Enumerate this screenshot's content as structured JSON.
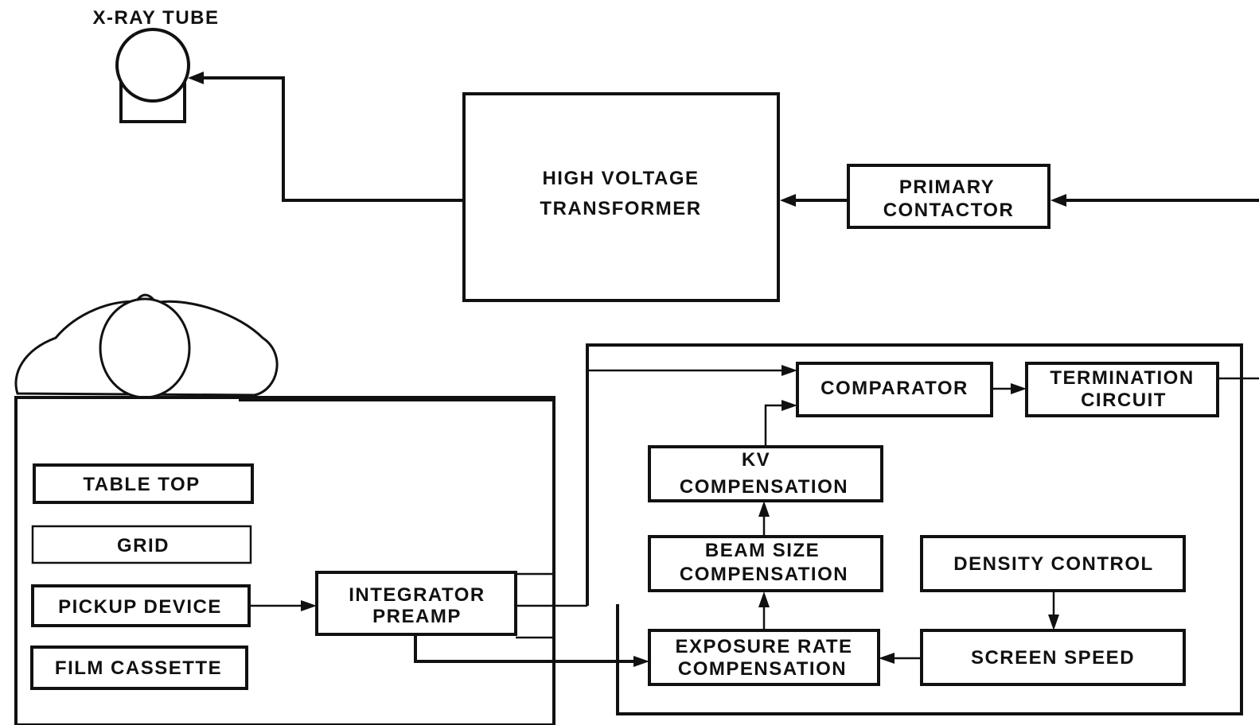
{
  "labels": {
    "xray_tube": "X-RAY TUBE",
    "hv_transformer": [
      "HIGH  VOLTAGE",
      "TRANSFORMER"
    ],
    "primary_contactor": [
      "PRIMARY",
      "CONTACTOR"
    ],
    "comparator": "COMPARATOR",
    "termination_circuit": [
      "TERMINATION",
      "CIRCUIT"
    ],
    "kv_compensation": [
      "KV",
      "COMPENSATION"
    ],
    "beam_size_compensation": [
      "BEAM  SIZE",
      "COMPENSATION"
    ],
    "density_control": "DENSITY  CONTROL",
    "exposure_rate_compensation": [
      "EXPOSURE  RATE",
      "COMPENSATION"
    ],
    "screen_speed": "SCREEN  SPEED",
    "table_top": "TABLE  TOP",
    "grid": "GRID",
    "pickup_device": "PICKUP  DEVICE",
    "film_cassette": "FILM  CASSETTE",
    "integrator_preamp": [
      "INTEGRATOR",
      "PREAMP"
    ]
  }
}
